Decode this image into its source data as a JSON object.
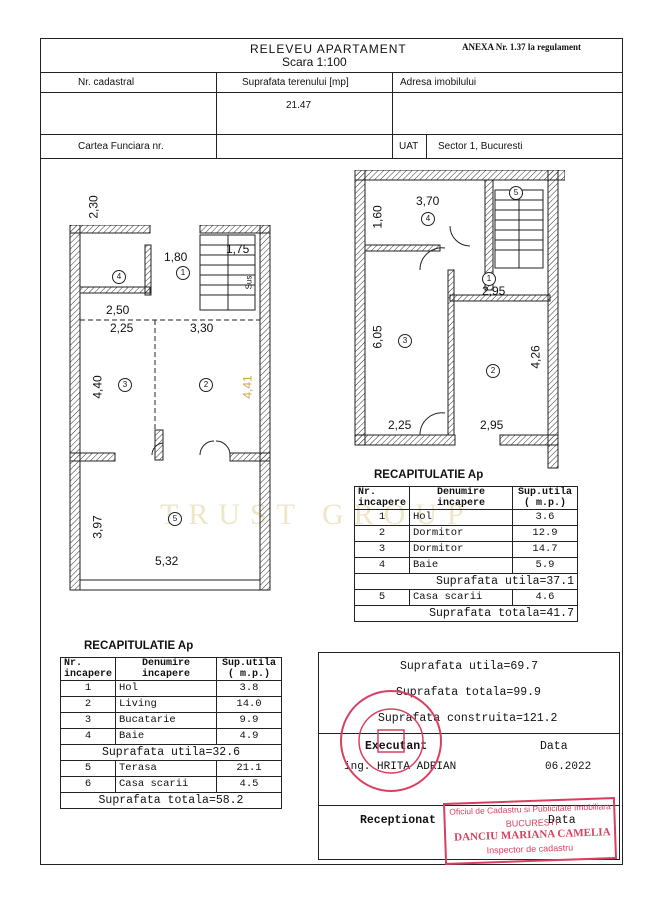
{
  "header": {
    "title": "RELEVEU APARTAMENT",
    "scale": "Scara 1:100",
    "annex": "ANEXA Nr. 1.37 la regulament",
    "col_cadastral": "Nr. cadastral",
    "col_land_area": "Suprafata terenului [mp]",
    "col_address": "Adresa imobilului",
    "land_area_value": "21.47",
    "land_register": "Cartea Funciara nr.",
    "uat_label": "UAT",
    "uat_value": "Sector 1, Bucuresti"
  },
  "plan_left": {
    "dims": [
      "2,30",
      "1,80",
      "1,75",
      "2,50",
      "2,25",
      "3,30",
      "4,40",
      "4,41",
      "3,97",
      "5,32"
    ],
    "rooms": [
      "4",
      "1",
      "3",
      "2",
      "5"
    ],
    "stair_label": "Sus"
  },
  "plan_right": {
    "dims": [
      "3,70",
      "1,60",
      "2,95",
      "6,05",
      "4,26",
      "2,25",
      "2,95"
    ],
    "rooms": [
      "4",
      "1",
      "3",
      "2",
      "5"
    ]
  },
  "recap_upper": {
    "title": "RECAPITULATIE Ap",
    "h_nr": "Nr. incapere",
    "h_name": "Denumire incapere",
    "h_area": "Sup.utila ( m.p.)",
    "rows": [
      {
        "nr": "1",
        "name": "Hol",
        "area": "3.6"
      },
      {
        "nr": "2",
        "name": "Dormitor",
        "area": "12.9"
      },
      {
        "nr": "3",
        "name": "Dormitor",
        "area": "14.7"
      },
      {
        "nr": "4",
        "name": "Baie",
        "area": "5.9"
      }
    ],
    "subtotal": "Suprafata utila=37.1",
    "extra": {
      "nr": "5",
      "name": "Casa scarii",
      "area": "4.6"
    },
    "total": "Suprafata totala=41.7"
  },
  "recap_lower": {
    "title": "RECAPITULATIE Ap",
    "h_nr": "Nr. incapere",
    "h_name": "Denumire incapere",
    "h_area": "Sup.utila ( m.p.)",
    "rows": [
      {
        "nr": "1",
        "name": "Hol",
        "area": "3.8"
      },
      {
        "nr": "2",
        "name": "Living",
        "area": "14.0"
      },
      {
        "nr": "3",
        "name": "Bucatarie",
        "area": "9.9"
      },
      {
        "nr": "4",
        "name": "Baie",
        "area": "4.9"
      }
    ],
    "subtotal": "Suprafata utila=32.6",
    "extra": [
      {
        "nr": "5",
        "name": "Terasa",
        "area": "21.1"
      },
      {
        "nr": "6",
        "name": "Casa scarii",
        "area": "4.5"
      }
    ],
    "total": "Suprafata totala=58.2"
  },
  "summary": {
    "useful": "Suprafata utila=69.7",
    "total": "Suprafata totala=99.9",
    "built": "Suprafata construita=121.2",
    "executant": "Executant",
    "date_label": "Data",
    "engineer": "ing. HRITA ADRIAN",
    "date": "06.2022",
    "receptionat": "Receptionat",
    "date_label2": "Data"
  },
  "stamp": {
    "office": "Oficiul de Cadastru si Publicitate Imobiliara",
    "city": "BUCURESTI",
    "name": "DANCIU MARIANA CAMELIA",
    "role": "Inspector de cadastru"
  },
  "watermark": "TRUST GROUP",
  "colors": {
    "stamp": "#d84060",
    "line": "#222222"
  }
}
